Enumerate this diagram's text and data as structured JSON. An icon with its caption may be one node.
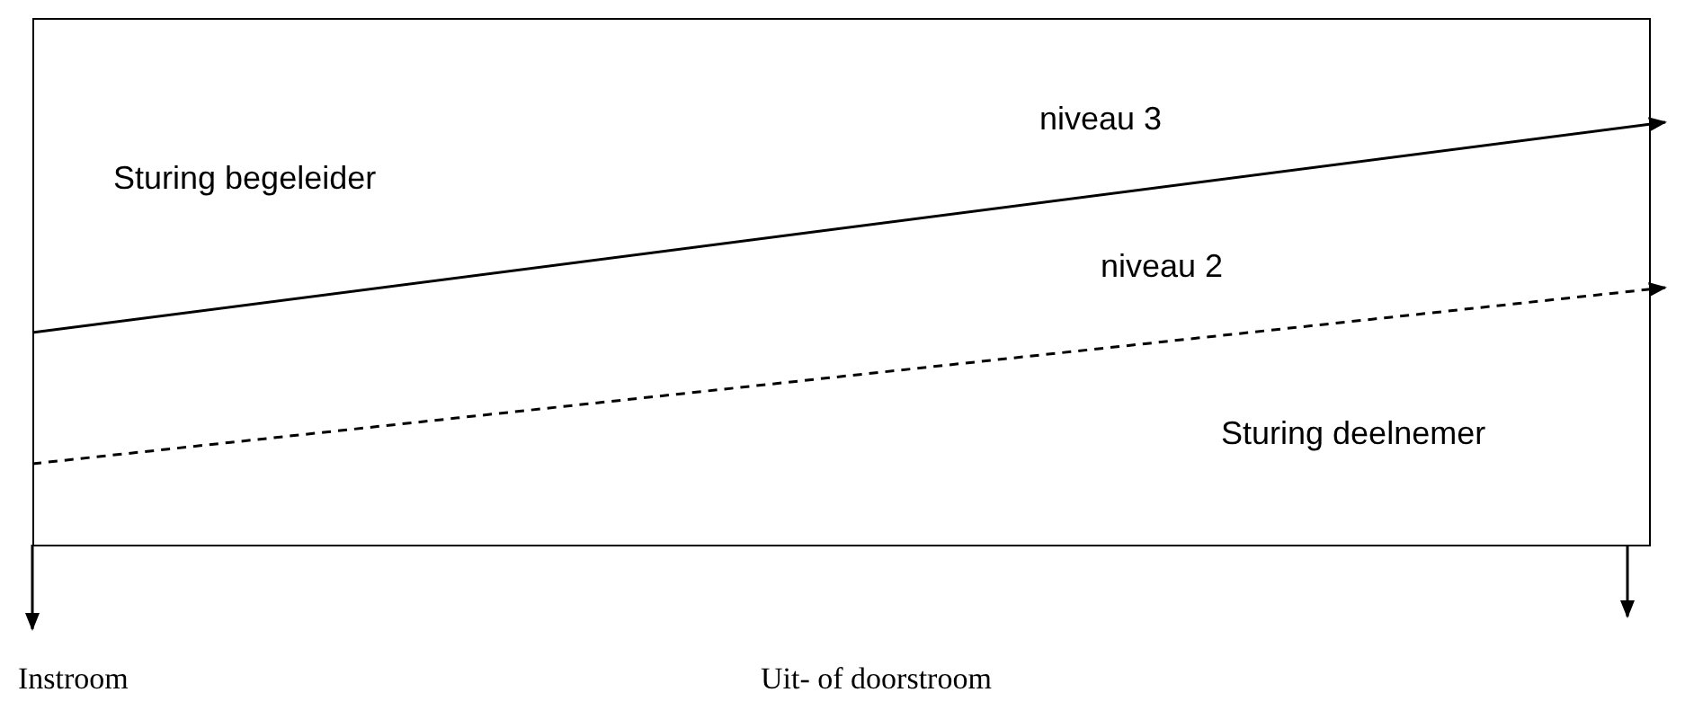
{
  "diagram": {
    "nodes": [
      {
        "text": [
          "Sturing begeleider",
          "Sturing deelnemer"
        ]
      }
    ],
    "labels": [
      "niveau 3",
      "niveau 2",
      "Instroom",
      "Uit- of doorstroom"
    ]
  }
}
